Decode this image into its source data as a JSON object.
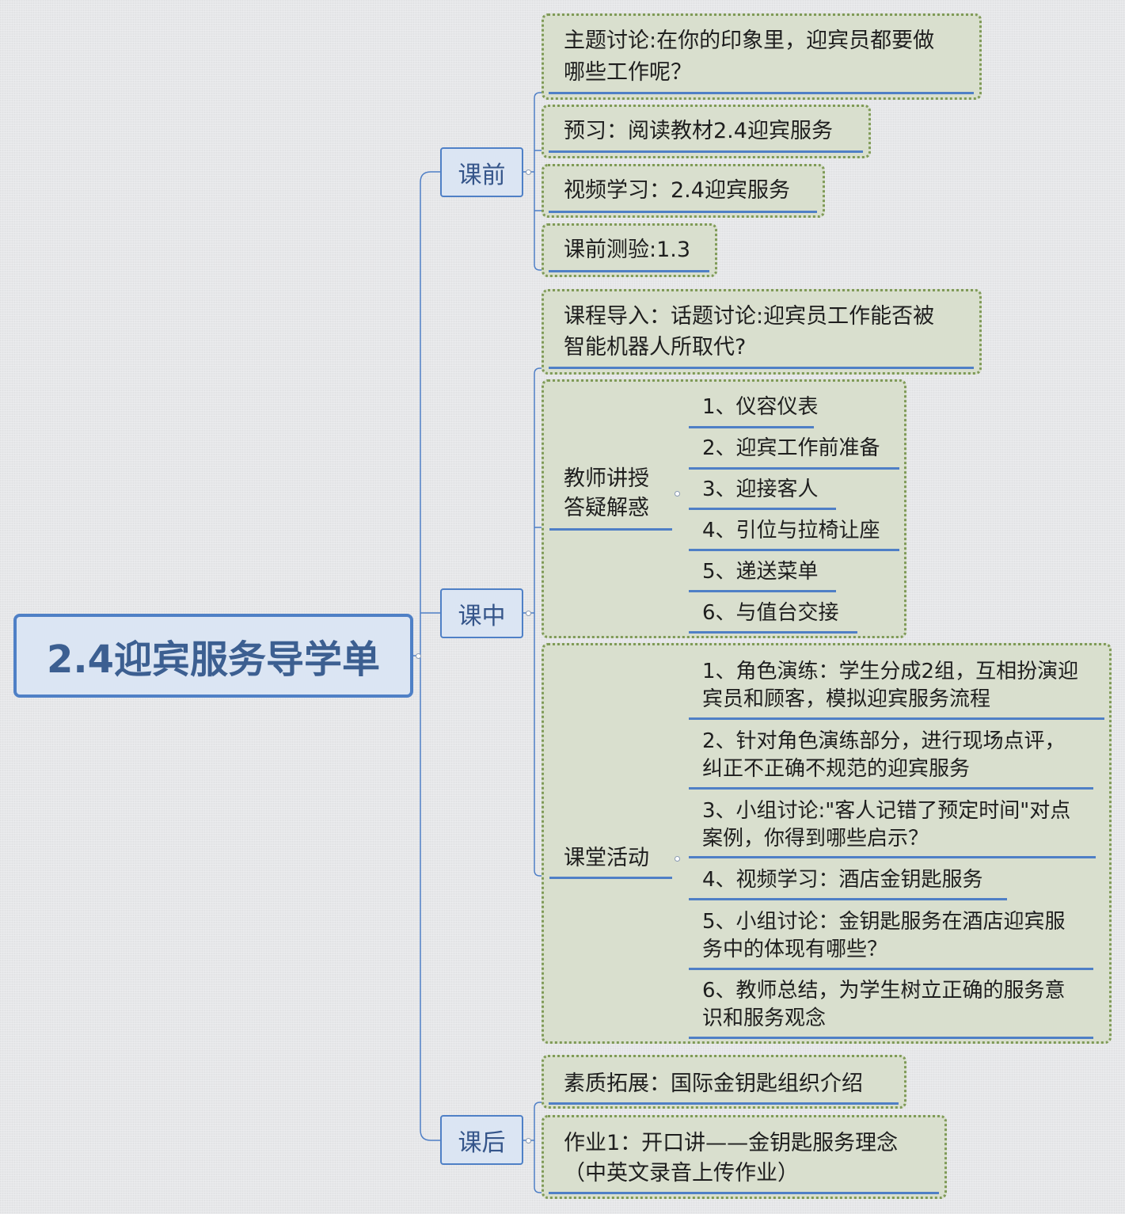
{
  "root": {
    "title": "2.4迎宾服务导学单"
  },
  "colors": {
    "node_fill": "#d9dfce",
    "node_border": "#7f9a57",
    "underline": "#4f7fc6",
    "connector": "#4f7fc6",
    "category_fill": "#dbe5f3",
    "category_text": "#35558a"
  },
  "before": {
    "label": "课前",
    "items": [
      {
        "line1": "主题讨论:在你的印象里，迎宾员都要做",
        "line2": "哪些工作呢？"
      },
      {
        "line1": "预习：阅读教材2.4迎宾服务"
      },
      {
        "line1": "视频学习：2.4迎宾服务"
      },
      {
        "line1": "课前测验:1.3"
      }
    ]
  },
  "during": {
    "label": "课中",
    "intro": {
      "line1": "课程导入：话题讨论:迎宾员工作能否被",
      "line2": "智能机器人所取代?"
    },
    "lecture": {
      "label_line1": "教师讲授",
      "label_line2": "答疑解惑",
      "items": [
        "1、仪容仪表",
        "2、迎宾工作前准备",
        "3、迎接客人",
        "4、引位与拉椅让座",
        "5、递送菜单",
        "6、与值台交接"
      ]
    },
    "activities": {
      "label": "课堂活动",
      "items": [
        {
          "line1": "1、角色演练：学生分成2组，互相扮演迎",
          "line2": "宾员和顾客，模拟迎宾服务流程"
        },
        {
          "line1": "2、针对角色演练部分，进行现场点评，",
          "line2": "纠正不正确不规范的迎宾服务"
        },
        {
          "line1": "3、小组讨论:\"客人记错了预定时间\"对点",
          "line2": "案例，你得到哪些启示？"
        },
        {
          "line1": "4、视频学习：酒店金钥匙服务"
        },
        {
          "line1": "5、小组讨论：金钥匙服务在酒店迎宾服",
          "line2": "务中的体现有哪些？"
        },
        {
          "line1": "6、教师总结，为学生树立正确的服务意",
          "line2": "识和服务观念"
        }
      ]
    }
  },
  "after": {
    "label": "课后",
    "items": [
      {
        "line1": "素质拓展：国际金钥匙组织介绍"
      },
      {
        "line1": "作业1：开口讲——金钥匙服务理念",
        "line2": "（中英文录音上传作业）"
      }
    ]
  }
}
